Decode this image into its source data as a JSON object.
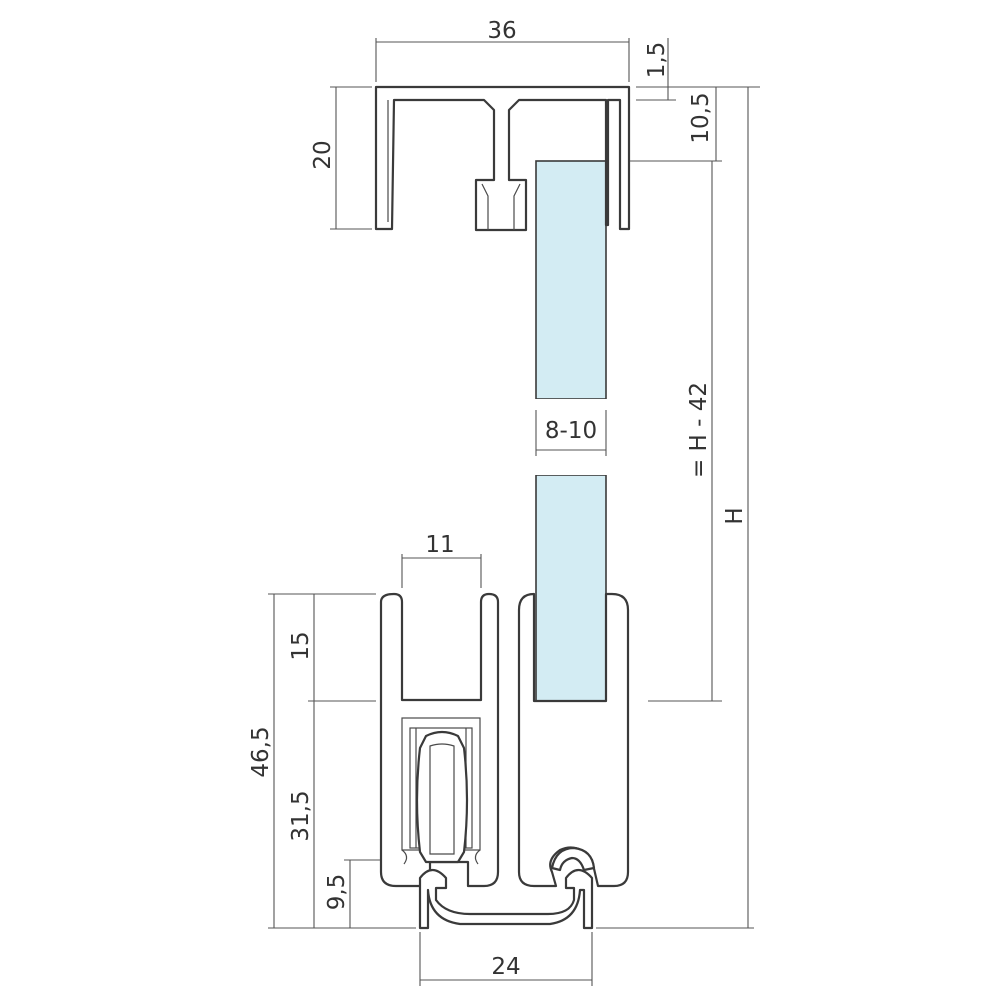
{
  "colors": {
    "glass": "#d3ecf3",
    "line": "#3a3a3a",
    "background": "#ffffff"
  },
  "dimensions": {
    "top_width": "36",
    "top_wall": "1,5",
    "top_offset": "10,5",
    "top_height": "20",
    "glass_thickness": "8-10",
    "glass_height": "= H - 42",
    "total_height": "H",
    "bottom_inner_width": "11",
    "bottom_upper": "15",
    "bottom_total": "46,5",
    "bottom_middle": "31,5",
    "bottom_lower": "9,5",
    "bottom_width": "24"
  }
}
